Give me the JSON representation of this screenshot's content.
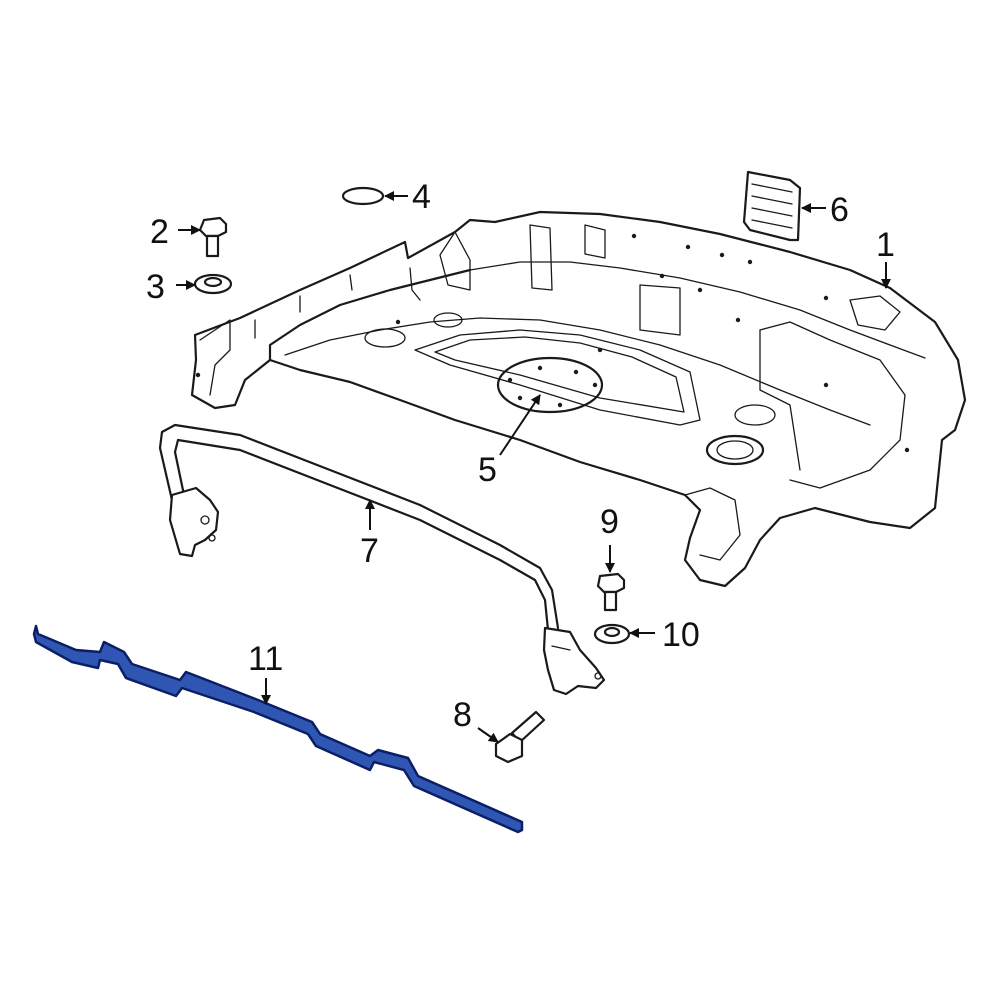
{
  "colors": {
    "line": "#1a1a1a",
    "highlight_fill": "#2f56b3",
    "highlight_stroke": "#0b1f66",
    "background": "#ffffff"
  },
  "callouts": [
    {
      "id": "c1",
      "label": "1"
    },
    {
      "id": "c2",
      "label": "2"
    },
    {
      "id": "c3",
      "label": "3"
    },
    {
      "id": "c4",
      "label": "4"
    },
    {
      "id": "c5",
      "label": "5"
    },
    {
      "id": "c6",
      "label": "6"
    },
    {
      "id": "c7",
      "label": "7"
    },
    {
      "id": "c8",
      "label": "8"
    },
    {
      "id": "c9",
      "label": "9"
    },
    {
      "id": "c10",
      "label": "10"
    },
    {
      "id": "c11",
      "label": "11"
    }
  ],
  "highlighted_part": "11"
}
